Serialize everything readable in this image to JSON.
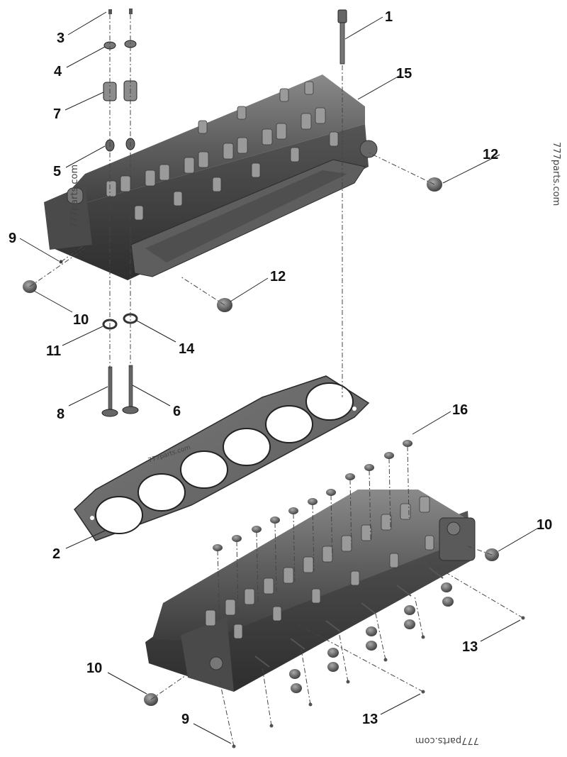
{
  "callouts": {
    "c1": "1",
    "c2": "2",
    "c3": "3",
    "c4": "4",
    "c5": "5",
    "c6": "6",
    "c7": "7",
    "c8": "8",
    "c9a": "9",
    "c9b": "9",
    "c10a": "10",
    "c10b": "10",
    "c10c": "10",
    "c11": "11",
    "c12a": "12",
    "c12b": "12",
    "c13a": "13",
    "c13b": "13",
    "c14": "14",
    "c15": "15",
    "c16": "16"
  },
  "watermarks": {
    "left": "777parts.com",
    "right": "777parts.com",
    "gasket": "777parts.com",
    "bottom": "777parts.com"
  }
}
